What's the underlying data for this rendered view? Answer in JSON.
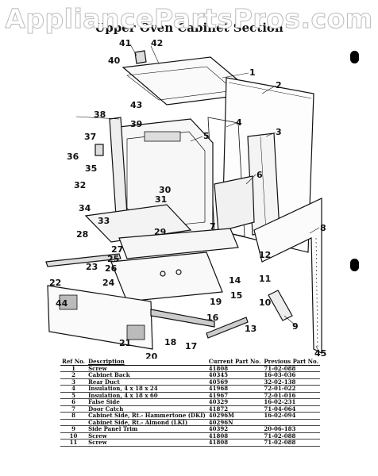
{
  "watermark": "AppliancePartsPros.com",
  "title": "Upper Oven Cabinet Section",
  "callouts": [
    "1",
    "2",
    "3",
    "4",
    "5",
    "6",
    "7",
    "8",
    "9",
    "10",
    "11",
    "12",
    "13",
    "14",
    "15",
    "16",
    "17",
    "18",
    "19",
    "20",
    "21",
    "22",
    "23",
    "24",
    "25",
    "26",
    "27",
    "28",
    "29",
    "30",
    "31",
    "32",
    "33",
    "34",
    "35",
    "36",
    "37",
    "38",
    "39",
    "40",
    "41",
    "42",
    "43",
    "44",
    "45"
  ],
  "table": {
    "headers": {
      "ref": "Ref No.",
      "description": "Description",
      "current": "Current Part No.",
      "previous": "Previous Part No."
    },
    "rows": [
      {
        "ref": "1",
        "description": "Screw",
        "current": "41808",
        "previous": "71-02-088"
      },
      {
        "ref": "2",
        "description": "Cabinet Back",
        "current": "40345",
        "previous": "16-03-036"
      },
      {
        "ref": "3",
        "description": "Rear Duct",
        "current": "40569",
        "previous": "32-02-138"
      },
      {
        "ref": "4",
        "description": "Insulation, 4 x 18 x 24",
        "current": "41968",
        "previous": "72-01-022"
      },
      {
        "ref": "5",
        "description": "Insulation, 4 x 18 x 60",
        "current": "41967",
        "previous": "72-01-016"
      },
      {
        "ref": "6",
        "description": "False Side",
        "current": "40329",
        "previous": "16-02-231"
      },
      {
        "ref": "7",
        "description": "Door Catch",
        "current": "41872",
        "previous": "71-04-064"
      },
      {
        "ref": "8",
        "description": "Cabinet Side, Rt.- Hammertone (DKI)",
        "current": "40296M",
        "previous": "16-02-094"
      },
      {
        "ref": "",
        "description": "Cabinet Side, Rt.- Almond (LKI)",
        "current": "40296N",
        "previous": ""
      },
      {
        "ref": "9",
        "description": "Side Panel Trim",
        "current": "40392",
        "previous": "20-06-183"
      },
      {
        "ref": "10",
        "description": "Screw",
        "current": "41808",
        "previous": "71-02-088"
      },
      {
        "ref": "11",
        "description": "Screw",
        "current": "41808",
        "previous": "71-02-088"
      }
    ]
  }
}
